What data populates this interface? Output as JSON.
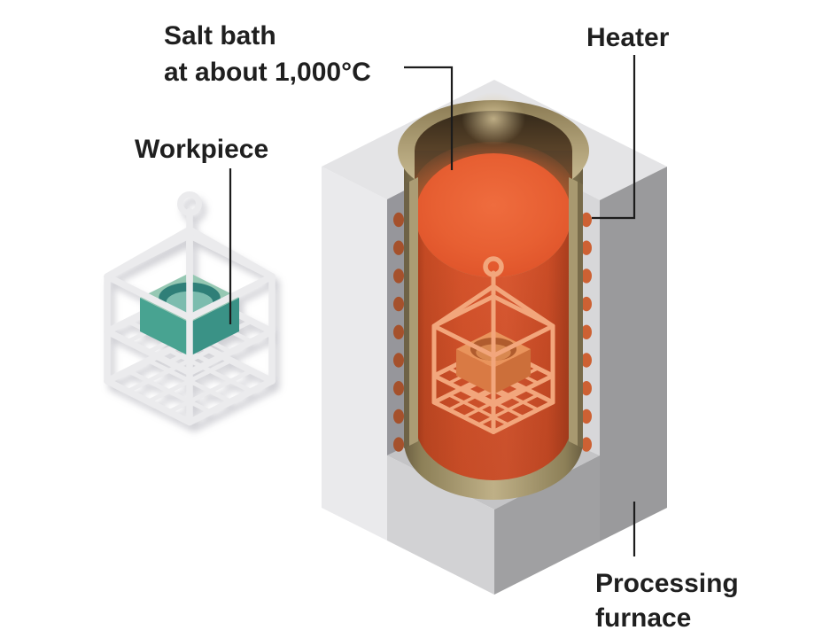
{
  "figure": {
    "type": "isometric-cutaway-diagram",
    "labels": {
      "salt_bath": {
        "line1": "Salt bath",
        "line2": "at about 1,000°C"
      },
      "heater": "Heater",
      "workpiece": "Workpiece",
      "processing_furnace": {
        "line1": "Processing",
        "line2": "furnace"
      }
    },
    "colors": {
      "background": "#ffffff",
      "label_text": "#1f1f1f",
      "leader_line": "#1c1c1c",
      "furnace_top": "#e4e4e6",
      "furnace_left": "#eaeaec",
      "furnace_right": "#9a9a9c",
      "furnace_lower_left": "#d2d2d4",
      "furnace_lower_right": "#a0a0a2",
      "furnace_cut_left": "#96969b",
      "furnace_cut_right": "#d7d7d9",
      "furnace_floor": "#c4c4c6",
      "crucible_rim_light": "#d4c69e",
      "crucible_rim_dark": "#8a7a53",
      "crucible_shell": "#b3a47c",
      "crucible_interior_dark": "#34291a",
      "salt_bath_surface": "#e65e31",
      "salt_bath_front": "#d4522a",
      "heater_dot_left": "#a5512c",
      "heater_dot_right": "#cd6133",
      "basket_white": "#ebebed",
      "basket_submerged": "#f2a67c",
      "workpiece_teal_top": "#96c8b3",
      "workpiece_teal_left": "#48a391",
      "workpiece_teal_right": "#3a9286",
      "workpiece_teal_recess_dark": "#2f7f78",
      "workpiece_teal_recess_light": "#7cbcae",
      "workpiece_hot_top": "#e9945c",
      "workpiece_hot_left": "#d97a44",
      "workpiece_hot_right": "#cc6f3a",
      "workpiece_hot_recess_dark": "#b05c2e",
      "workpiece_hot_recess_light": "#d88850"
    }
  }
}
